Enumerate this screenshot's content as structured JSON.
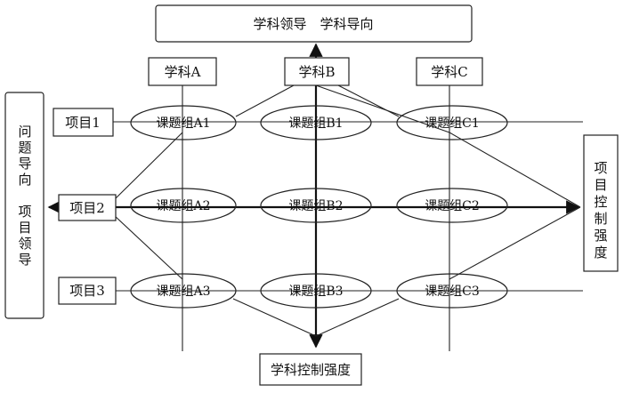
{
  "top_box": "学科领导　学科导向",
  "bottom_box": "学科控制强度",
  "left_box": [
    "问",
    "题",
    "导",
    "向",
    "",
    "项",
    "目",
    "领",
    "导"
  ],
  "right_box": [
    "项",
    "目",
    "控",
    "制",
    "强",
    "度"
  ],
  "disciplines": [
    "学科A",
    "学科B",
    "学科C"
  ],
  "projects": [
    "项目1",
    "项目2",
    "项目3"
  ],
  "groups": [
    [
      "课题组A1",
      "课题组B1",
      "课题组C1"
    ],
    [
      "课题组A2",
      "课题组B2",
      "课题组C2"
    ],
    [
      "课题组A3",
      "课题组B3",
      "课题组C3"
    ]
  ]
}
